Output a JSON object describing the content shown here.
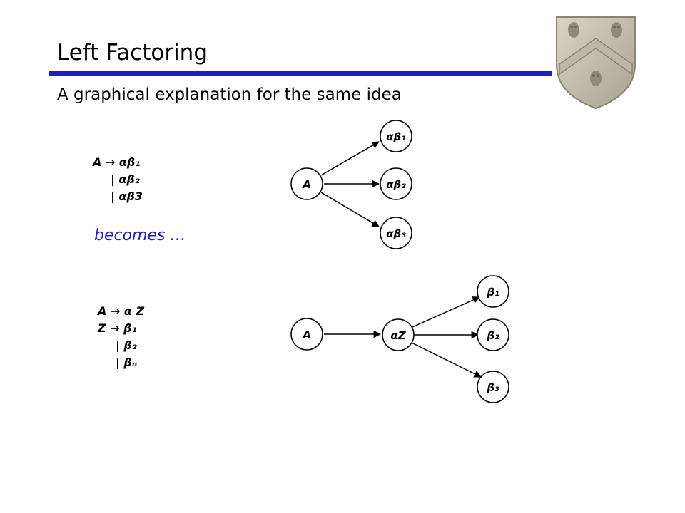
{
  "slide": {
    "title": "Left Factoring",
    "subtitle": "A graphical explanation for the same idea",
    "becomes": "becomes …",
    "accent_color": "#1f1fbf"
  },
  "grammar_before": {
    "lines": [
      "A → αβ₁",
      "| αβ₂",
      "| αβ3"
    ]
  },
  "grammar_after": {
    "lines": [
      "A → α Z",
      "Z → β₁",
      "| β₂",
      "| βₙ"
    ]
  },
  "graph_before": {
    "root": "A",
    "children": [
      "αβ₁",
      "αβ₂",
      "αβ₃"
    ]
  },
  "graph_after": {
    "root": "A",
    "middle": "αZ",
    "children": [
      "β₁",
      "β₂",
      "β₃"
    ]
  },
  "crest_icon": "university-shield-crest-icon"
}
